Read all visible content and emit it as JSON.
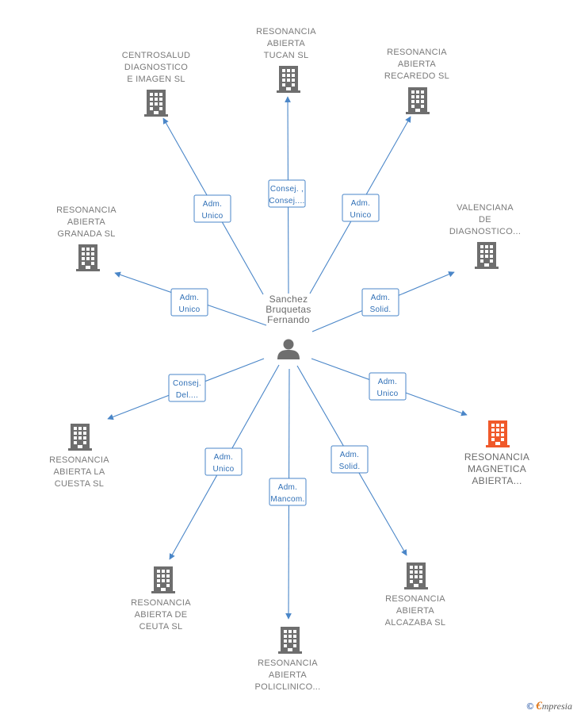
{
  "center": {
    "label": [
      "Sanchez",
      "Bruquetas",
      "Fernando"
    ],
    "icon": "person-icon"
  },
  "companies": [
    {
      "id": "centrosalud",
      "label": [
        "CENTROSALUD",
        "DIAGNOSTICO",
        "E IMAGEN SL"
      ],
      "role": [
        "Adm.",
        "Unico"
      ],
      "highlight": false
    },
    {
      "id": "tucan",
      "label": [
        "RESONANCIA",
        "ABIERTA",
        "TUCAN SL"
      ],
      "role": [
        "Consej. ,",
        "Consej...."
      ],
      "highlight": false
    },
    {
      "id": "recaredo",
      "label": [
        "RESONANCIA",
        "ABIERTA",
        "RECAREDO SL"
      ],
      "role": [
        "Adm.",
        "Unico"
      ],
      "highlight": false
    },
    {
      "id": "granada",
      "label": [
        "RESONANCIA",
        "ABIERTA",
        "GRANADA SL"
      ],
      "role": [
        "Adm.",
        "Unico"
      ],
      "highlight": false
    },
    {
      "id": "valenciana",
      "label": [
        "VALENCIANA",
        "DE",
        "DIAGNOSTICO..."
      ],
      "role": [
        "Adm.",
        "Solid."
      ],
      "highlight": false
    },
    {
      "id": "la-cuesta",
      "label": [
        "RESONANCIA",
        "ABIERTA LA",
        "CUESTA SL"
      ],
      "role": [
        "Consej.",
        "Del...."
      ],
      "highlight": false
    },
    {
      "id": "magnetica",
      "label": [
        "RESONANCIA",
        "MAGNETICA",
        "ABIERTA..."
      ],
      "role": [
        "Adm.",
        "Unico"
      ],
      "highlight": true
    },
    {
      "id": "ceuta",
      "label": [
        "RESONANCIA",
        "ABIERTA DE",
        "CEUTA SL"
      ],
      "role": [
        "Adm.",
        "Unico"
      ],
      "highlight": false
    },
    {
      "id": "policlinico",
      "label": [
        "RESONANCIA",
        "ABIERTA",
        "POLICLINICO..."
      ],
      "role": [
        "Adm.",
        "Mancom."
      ],
      "highlight": false
    },
    {
      "id": "alcazaba",
      "label": [
        "RESONANCIA",
        "ABIERTA",
        "ALCAZABA SL"
      ],
      "role": [
        "Adm.",
        "Solid."
      ],
      "highlight": false
    }
  ],
  "colors": {
    "edge": "#4a86c8",
    "building": "#6e6e6e",
    "highlight": "#f0592a",
    "role_text": "#2f6fb6"
  },
  "footer": {
    "copyright_symbol": "©",
    "brand_initial": "€",
    "brand_rest": "mpresia"
  }
}
